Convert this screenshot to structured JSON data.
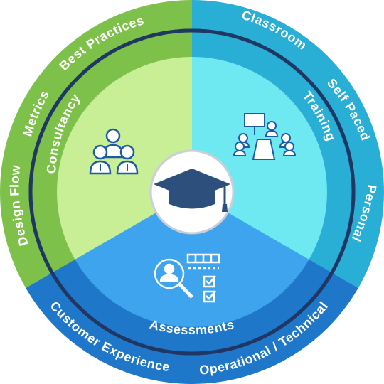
{
  "segments": {
    "consultancy": {
      "label": "Consultancy",
      "outer_items": [
        "Best Practices",
        "Metrics",
        "Design Flow"
      ],
      "inner_color": "#c8ee96",
      "band_color": "#7dc04a",
      "icon": "team-people-icon"
    },
    "training": {
      "label": "Training",
      "outer_items": [
        "Classroom",
        "Self Paced",
        "Personal"
      ],
      "inner_color": "#6ee9f1",
      "band_color": "#29aed6",
      "icon": "classroom-training-icon"
    },
    "assessments": {
      "label": "Assessments",
      "outer_items": [
        "Customer Experience",
        "Operational / Technical"
      ],
      "inner_color": "#3ea4ee",
      "band_color": "#1f77c9",
      "icon": "assessment-checklist-icon"
    }
  },
  "center": {
    "icon": "graduation-cap-icon",
    "color": "#2d4f7c"
  },
  "ring_color": "#203763"
}
